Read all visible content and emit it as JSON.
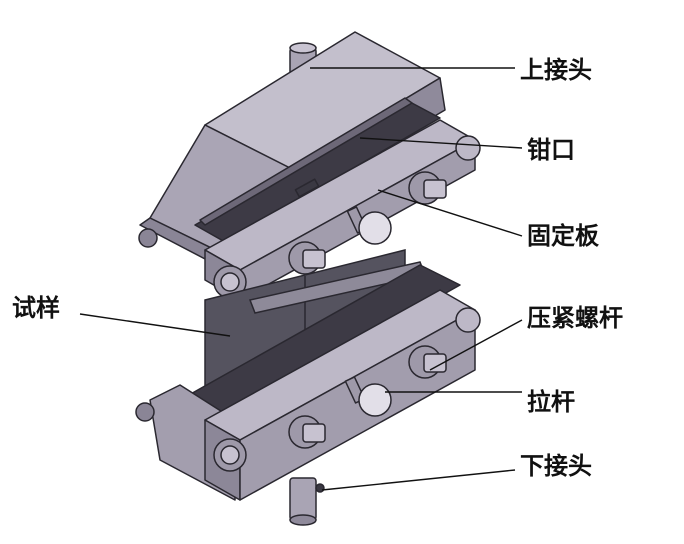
{
  "labels": {
    "upper_joint": "上接头",
    "jaw": "钳口",
    "fixed_plate": "固定板",
    "clamp_bolt": "压紧螺杆",
    "pull_rod": "拉杆",
    "lower_joint": "下接头",
    "specimen": "试样"
  },
  "colors": {
    "body_light": "#b9b4c2",
    "body_mid": "#9c97a7",
    "body_dark": "#7e7a8a",
    "specimen": "#5a5864",
    "outline": "#2a2830"
  }
}
